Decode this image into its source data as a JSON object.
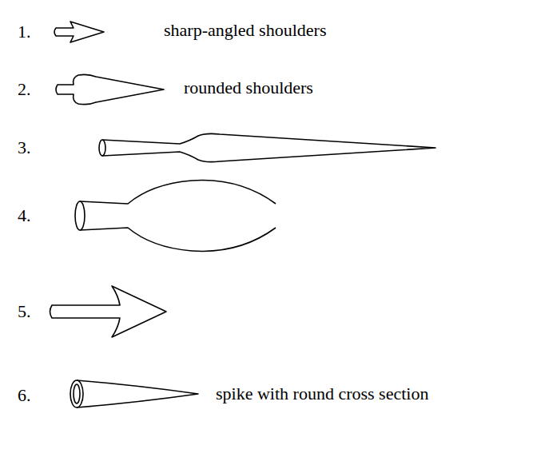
{
  "diagram": {
    "labels": [
      "1.",
      "sharp-angled shoulders",
      "2.",
      "rounded shoulders",
      "3.",
      "4.",
      "5.",
      "6.",
      "spike with round cross section"
    ]
  }
}
